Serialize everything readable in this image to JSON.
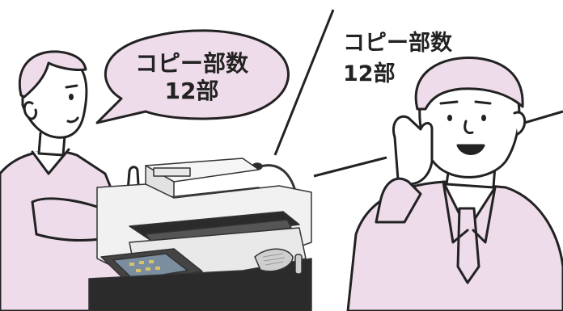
{
  "speech_bubble": {
    "line1": "コピー部数",
    "line2": "12部"
  },
  "heard_text": {
    "line1": "コピー部数",
    "line2": "12部"
  },
  "colors": {
    "suit": "#eedcea",
    "bubble": "#eedcea",
    "outline": "#222222",
    "printer_body": "#f1f1f1",
    "printer_dark": "#2b2b2b"
  }
}
